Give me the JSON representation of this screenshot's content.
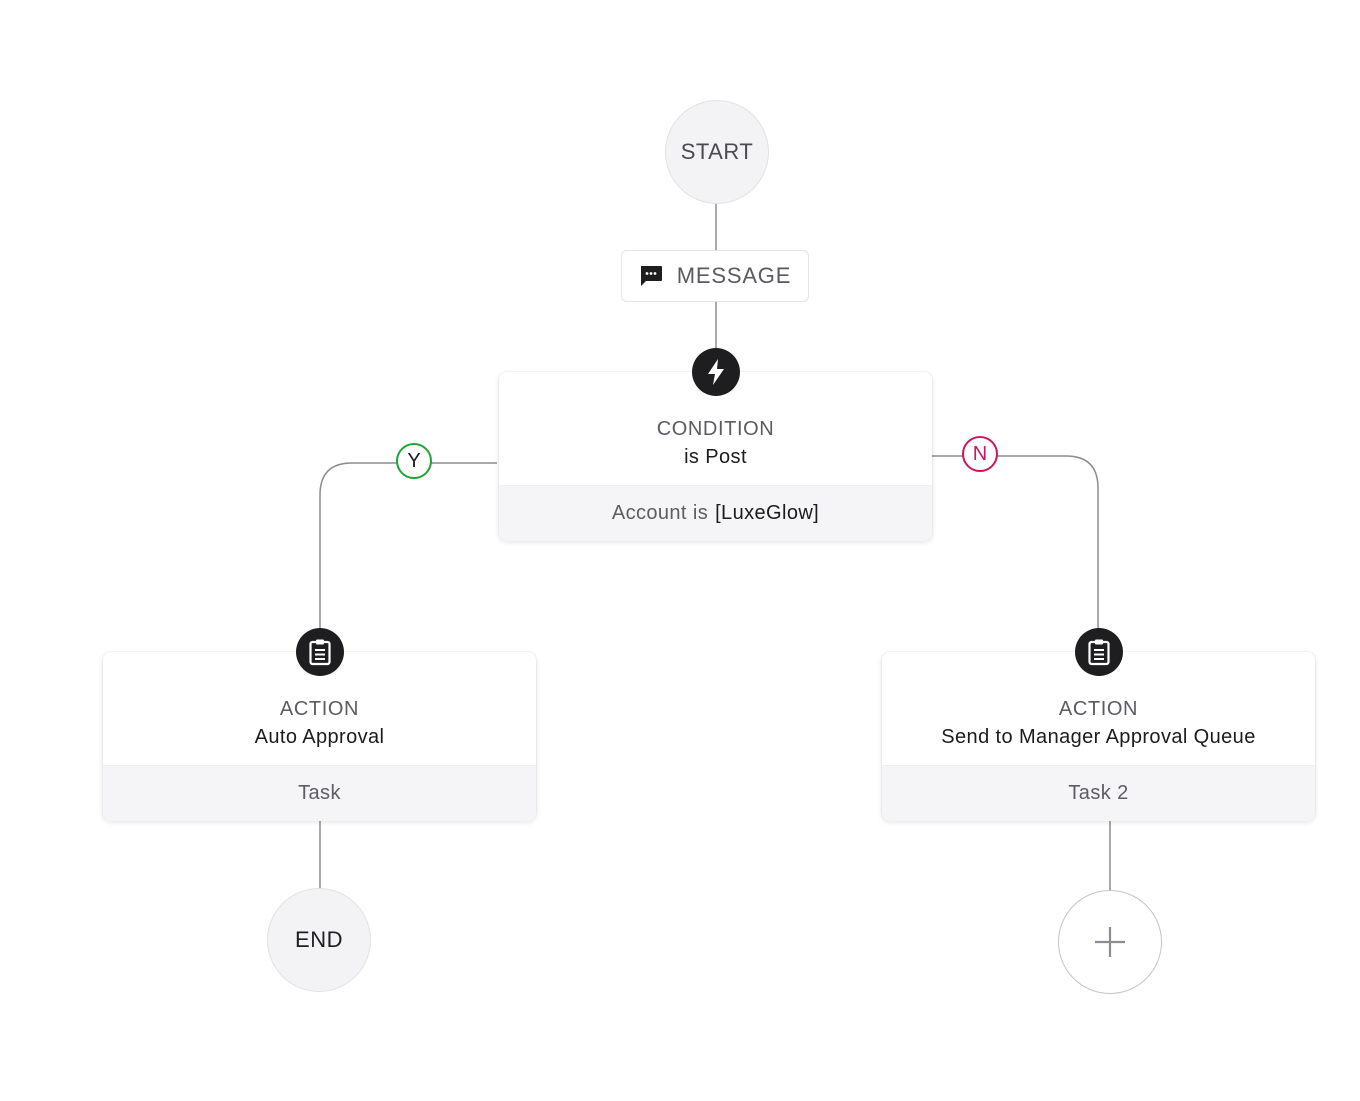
{
  "colors": {
    "connector": "#8b8b94",
    "yes": "#22a336",
    "no": "#d0145f",
    "badge": "#1e1e20",
    "node_fill": "#f3f3f5",
    "card_footer": "#f5f5f7"
  },
  "start": {
    "label": "START"
  },
  "trigger": {
    "icon": "chat-bubble-icon",
    "label": "MESSAGE"
  },
  "condition": {
    "icon": "lightning-bolt-icon",
    "type": "CONDITION",
    "title": "is Post",
    "detail_prefix": "Account is",
    "detail_value": "[LuxeGlow]"
  },
  "branches": {
    "yes_label": "Y",
    "no_label": "N"
  },
  "action_yes": {
    "icon": "clipboard-icon",
    "type": "ACTION",
    "title": "Auto Approval",
    "footer": "Task"
  },
  "action_no": {
    "icon": "clipboard-icon",
    "type": "ACTION",
    "title": "Send to Manager Approval Queue",
    "footer": "Task 2"
  },
  "end": {
    "label": "END"
  },
  "add_step": {
    "icon": "plus-icon"
  }
}
